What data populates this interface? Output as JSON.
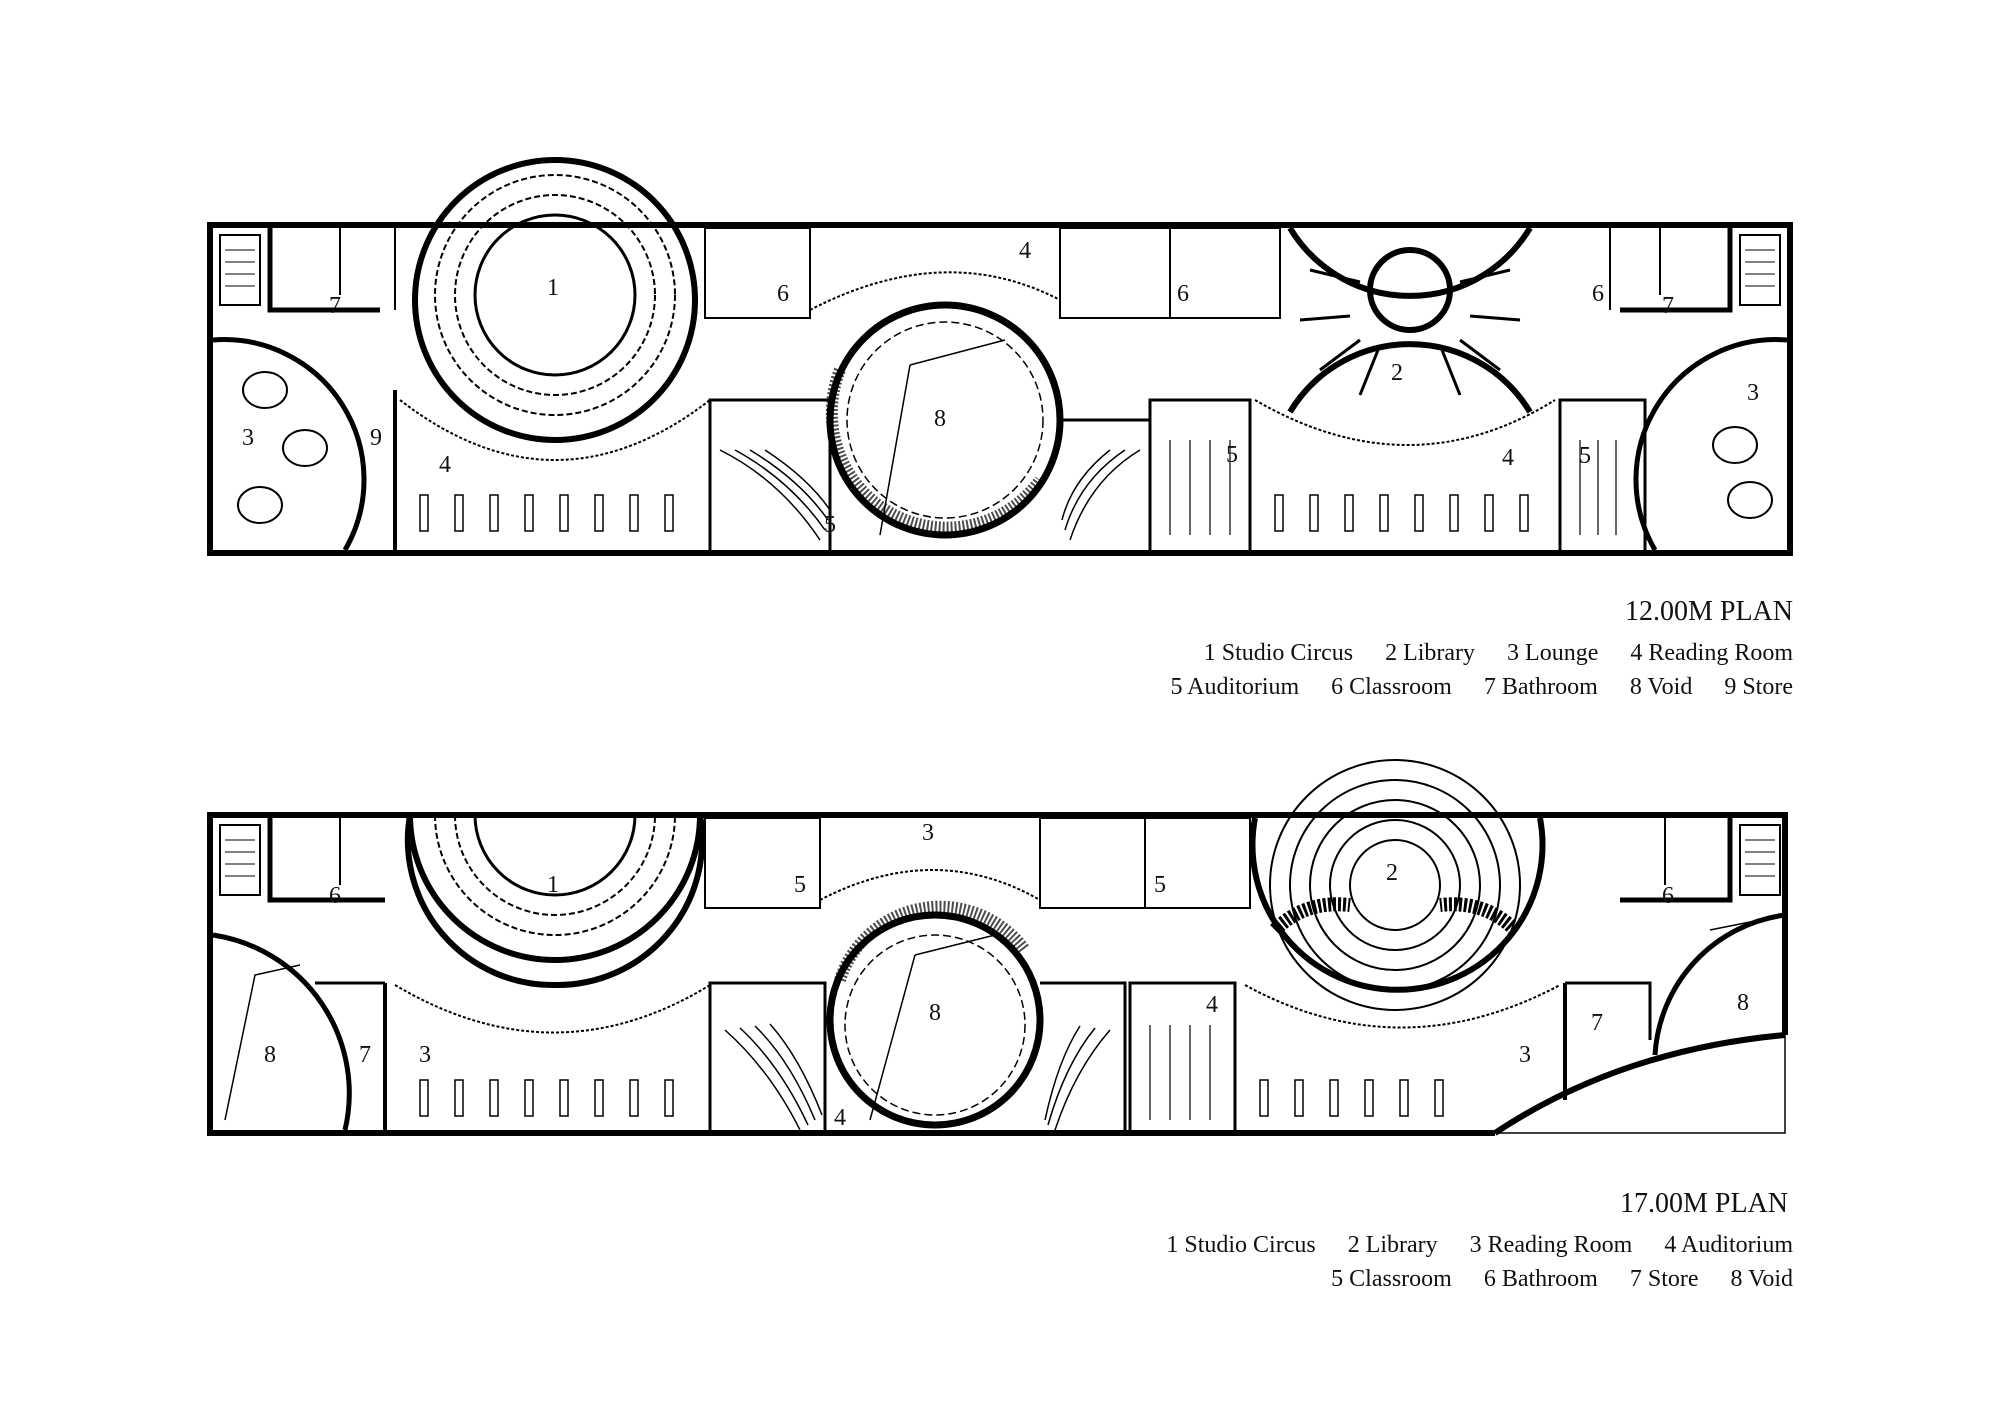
{
  "plans": [
    {
      "title": "12.00M PLAN",
      "legend_rows": [
        [
          "1 Studio Circus",
          "2 Library",
          "3 Lounge",
          "4 Reading Room"
        ],
        [
          "5 Auditorium",
          "6 Classroom",
          "7 Bathroom",
          "8 Void",
          "9 Store"
        ]
      ],
      "labels": [
        "1",
        "2",
        "3",
        "3",
        "4",
        "4",
        "4",
        "5",
        "5",
        "5",
        "6",
        "6",
        "6",
        "7",
        "7",
        "8",
        "9"
      ]
    },
    {
      "title": "17.00M PLAN",
      "legend_rows": [
        [
          "1 Studio Circus",
          "2 Library",
          "3 Reading Room",
          "4 Auditorium"
        ],
        [
          "5 Classroom",
          "6 Bathroom",
          "7 Store",
          "8 Void"
        ]
      ],
      "labels": [
        "1",
        "2",
        "3",
        "3",
        "3",
        "4",
        "4",
        "5",
        "5",
        "6",
        "6",
        "7",
        "7",
        "8",
        "8",
        "8"
      ]
    }
  ]
}
